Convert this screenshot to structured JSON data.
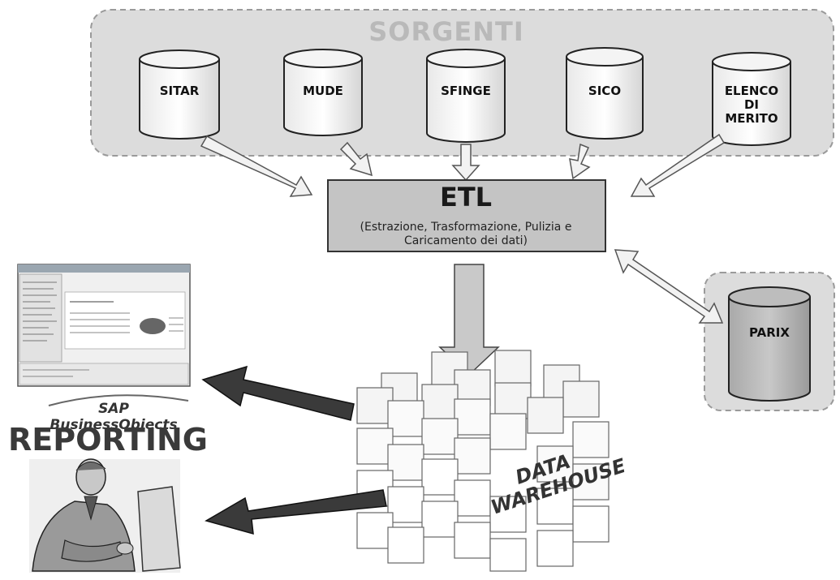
{
  "sources_group": {
    "title": "SORGENTI"
  },
  "sources": [
    {
      "id": "sitar",
      "label": "SITAR"
    },
    {
      "id": "mude",
      "label": "MUDE"
    },
    {
      "id": "sfinge",
      "label": "SFINGE"
    },
    {
      "id": "sico",
      "label": "SICO"
    },
    {
      "id": "elenco",
      "label": "ELENCO\nDI\nMERITO"
    }
  ],
  "etl": {
    "title": "ETL",
    "description": "(Estrazione, Trasformazione, Pulizia e\nCaricamento dei dati)"
  },
  "external": {
    "label": "PARIX"
  },
  "warehouse": {
    "label": "DATA\nWAREHOUSE"
  },
  "reporting": {
    "logo_text": "SAP BusinessObjects",
    "title": "REPORTING"
  }
}
